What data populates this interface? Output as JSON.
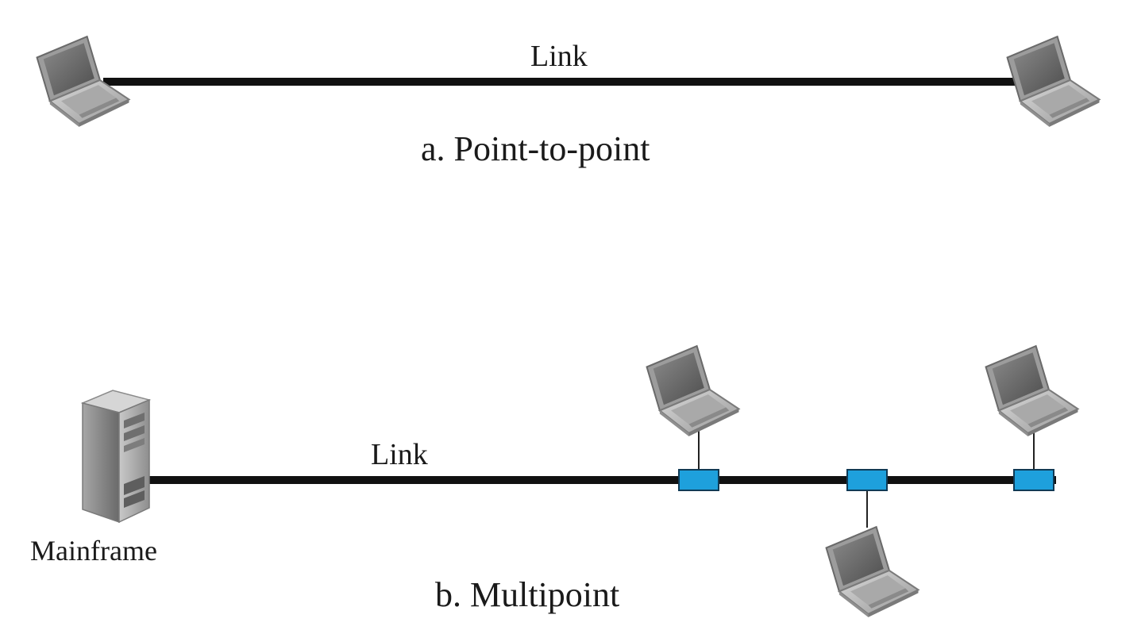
{
  "point_to_point": {
    "link_label": "Link",
    "caption": "a. Point-to-point",
    "devices": [
      {
        "type": "laptop-icon"
      },
      {
        "type": "laptop-icon"
      }
    ]
  },
  "multipoint": {
    "link_label": "Link",
    "caption": "b. Multipoint",
    "mainframe_label": "Mainframe",
    "devices": [
      {
        "type": "mainframe-icon"
      },
      {
        "type": "laptop-icon"
      },
      {
        "type": "laptop-icon"
      },
      {
        "type": "laptop-icon"
      }
    ],
    "connector_color": "#1ea0dc"
  },
  "colors": {
    "link_line": "#111111",
    "laptop_body": "#b8b8b8",
    "laptop_screen": "#6e6e6e",
    "connector": "#1ea0dc"
  }
}
